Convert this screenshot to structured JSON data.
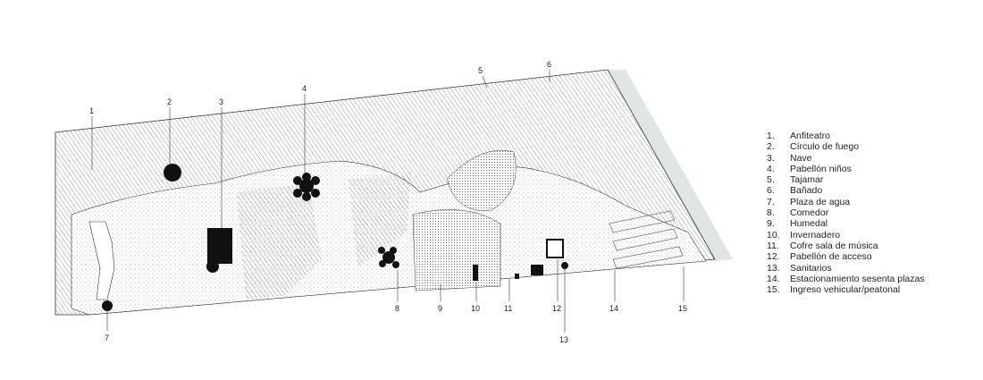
{
  "markers": [
    "1",
    "2",
    "3",
    "4",
    "5",
    "6",
    "7",
    "8",
    "9",
    "10",
    "11",
    "12",
    "13",
    "14",
    "15"
  ],
  "legend": [
    {
      "num": "1.",
      "label": "Anfiteatro"
    },
    {
      "num": "2.",
      "label": "Círculo de fuego"
    },
    {
      "num": "3.",
      "label": "Nave"
    },
    {
      "num": "4.",
      "label": "Pabellón niños"
    },
    {
      "num": "5.",
      "label": "Tajamar"
    },
    {
      "num": "6.",
      "label": "Bañado"
    },
    {
      "num": "7.",
      "label": "Plaza de agua"
    },
    {
      "num": "8.",
      "label": "Comedor"
    },
    {
      "num": "9.",
      "label": "Humedal"
    },
    {
      "num": "10.",
      "label": "Invernadero"
    },
    {
      "num": "11.",
      "label": "Cofre sala de música"
    },
    {
      "num": "12.",
      "label": "Pabellón de acceso"
    },
    {
      "num": "13.",
      "label": "Sanitarios"
    },
    {
      "num": "14.",
      "label": "Estacionamiento sesenta plazas"
    },
    {
      "num": "15.",
      "label": "Ingreso vehicular/peatonal"
    }
  ],
  "colors": {
    "ink": "#111111",
    "edge": "#dfe6e3"
  }
}
